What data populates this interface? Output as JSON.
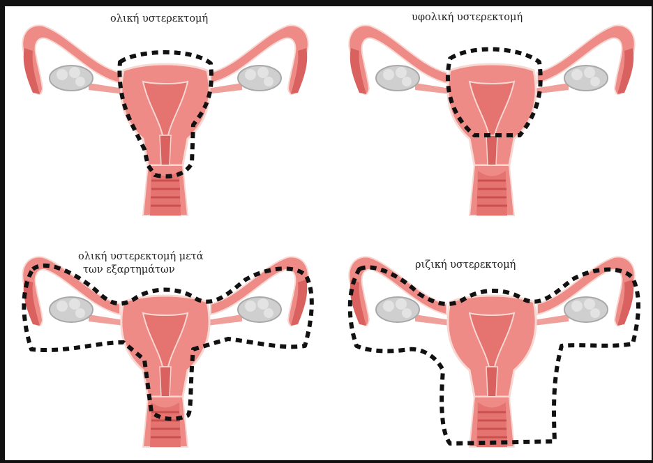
{
  "captions": {
    "total": "ολική υστερεκτομή",
    "subtotal": "υφολική υστερεκτομή",
    "total_with_adnexa_line1": "ολική υστερεκτομή μετά",
    "total_with_adnexa_line2": "των εξαρτημάτων",
    "radical": "ριζική υστερεκτομή"
  },
  "colors": {
    "tissue": "#ee8b86",
    "tissue_dark": "#d9615f",
    "tissue_light": "#f5b3ad",
    "cavity": "#e5736f",
    "outline": "#f8d8d3",
    "ovary": "#cfcfcf",
    "ovary_shadow": "#a9a9a9",
    "cut_line": "#111111"
  }
}
